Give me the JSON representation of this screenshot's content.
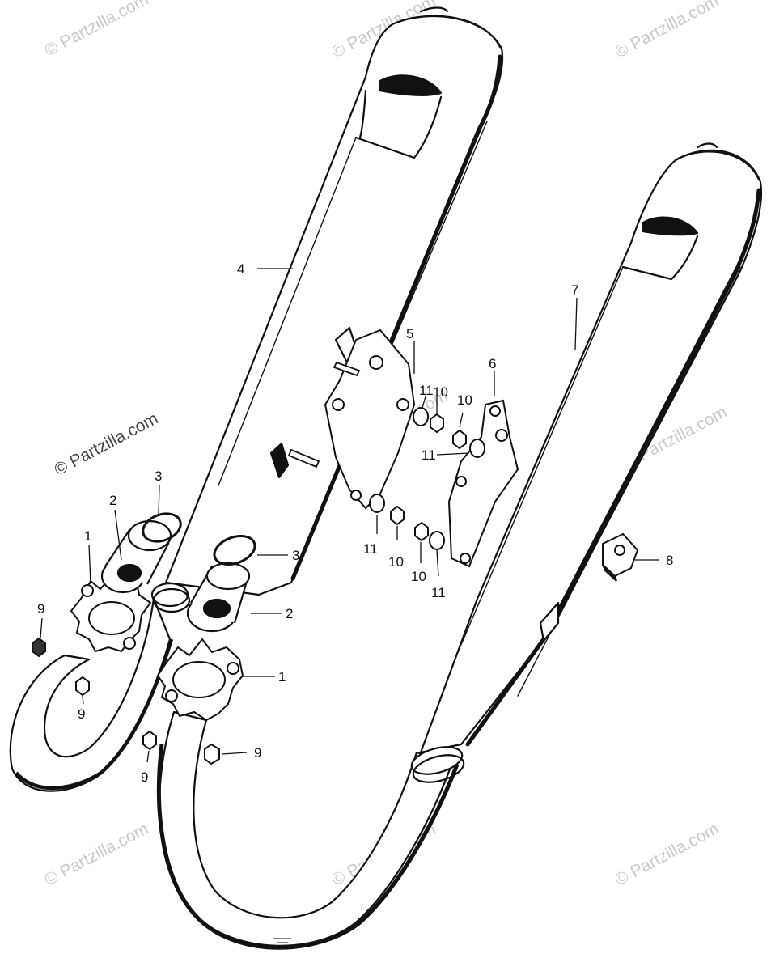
{
  "colors": {
    "line": "#111111",
    "watermark_faint": "#c9c9c9",
    "watermark_dark": "#444444",
    "background": "#ffffff"
  },
  "watermark": {
    "text": "© Partzilla.com",
    "main_text": "© Partzilla.com"
  },
  "callouts": {
    "c1a": "1",
    "c1b": "1",
    "c2a": "2",
    "c2b": "2",
    "c3a": "3",
    "c3b": "3",
    "c4": "4",
    "c5": "5",
    "c6": "6",
    "c7": "7",
    "c8": "8",
    "c9a": "9",
    "c9b": "9",
    "c9c": "9",
    "c9d": "9",
    "c10a": "10",
    "c10b": "10",
    "c10c": "10",
    "c10d": "10",
    "c11a": "11",
    "c11b": "11",
    "c11c": "11",
    "c11d": "11"
  }
}
